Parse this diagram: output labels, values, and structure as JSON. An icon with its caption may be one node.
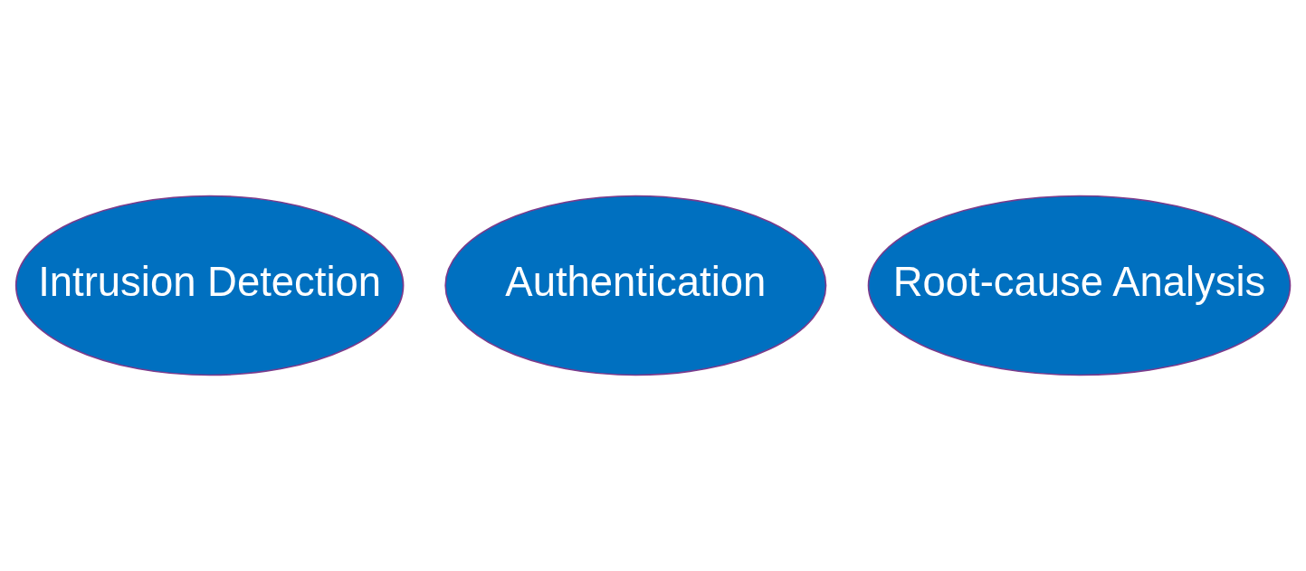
{
  "diagram": {
    "nodes": [
      {
        "text": [
          "Intrusion Detection"
        ]
      },
      {
        "text": [
          "Authentication"
        ]
      },
      {
        "text": [
          "Root-cause Analysis"
        ]
      }
    ],
    "edges": []
  }
}
